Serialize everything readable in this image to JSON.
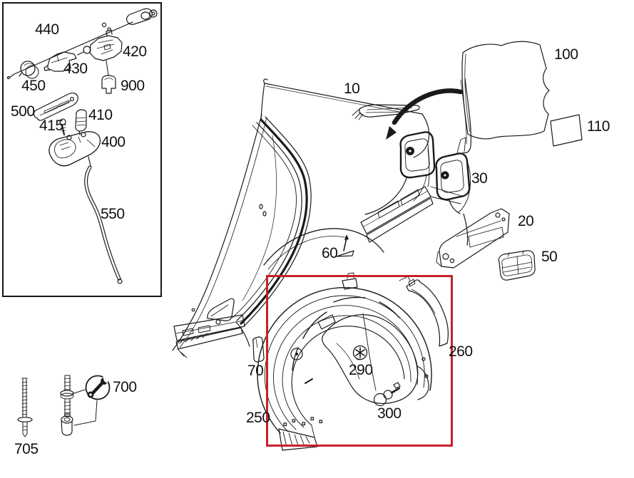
{
  "diagram_title": "rear quarter panel / wheel arch liner parts diagram",
  "colors": {
    "line": "#1a1a1a",
    "highlight": "#c8202a",
    "background": "#ffffff",
    "label_text": "#111111"
  },
  "icons": {
    "wrench": "wrench-icon",
    "direction_arrow": "curved-arrow-icon"
  },
  "callouts": {
    "c10": "10",
    "c20": "20",
    "c30": "30",
    "c50": "50",
    "c60": "60",
    "c70": "70",
    "c100": "100",
    "c110": "110",
    "c250": "250",
    "c260": "260",
    "c290": "290",
    "c300": "300",
    "c400": "400",
    "c410": "410",
    "c415": "415",
    "c420": "420",
    "c430": "430",
    "c440": "440",
    "c450": "450",
    "c500": "500",
    "c550": "550",
    "c700": "700",
    "c705": "705",
    "c900": "900"
  }
}
